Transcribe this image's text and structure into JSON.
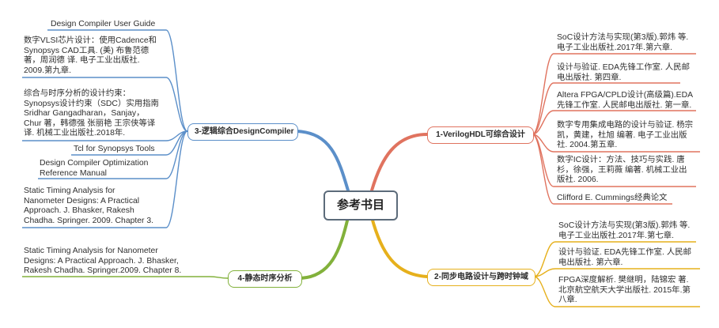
{
  "center": {
    "label": "参考书目"
  },
  "colors": {
    "blue": "#5b8fc9",
    "red": "#e0735f",
    "yellow": "#e6b01c",
    "green": "#82b13b"
  },
  "branches": {
    "verilog": {
      "label": "1-VerilogHDL可综合设计",
      "items": [
        "SoC设计方法与实现(第3版).郭炜 等.\n电子工业出版社.2017年.第六章.",
        "设计与验证. EDA先锋工作室. 人民邮\n电出版社. 第四章.",
        "Altera FPGA/CPLD设计(高级篇).EDA\n先锋工作室. 人民邮电出版社. 第一章.",
        "数字专用集成电路的设计与验证. 杨宗\n凯，黄建，杜旭 编著. 电子工业出版\n社. 2004.第五章.",
        "数字IC设计：方法、技巧与实践. 唐\n杉，徐强，王莉薇 编著. 机械工业出\n版社. 2006.",
        "Clifford E. Cummings经典论文"
      ]
    },
    "sync": {
      "label": "2-同步电路设计与跨时钟域",
      "items": [
        "SoC设计方法与实现(第3版).郭炜 等.\n电子工业出版社.2017年.第七章.",
        "设计与验证. EDA先锋工作室. 人民邮\n电出版社. 第六章.",
        "FPGA深度解析. 樊继明，陆锦宏 著.\n北京航空航天大学出版社. 2015年.第\n八章."
      ]
    },
    "logic": {
      "label": "3-逻辑综合DesignCompiler",
      "items": [
        "Design Compiler User Guide",
        "数字VLSI芯片设计：使用Cadence和\nSynopsys CAD工具. (美) 布鲁范德\n著，周润德 译. 电子工业出版社.\n2009.第九章.",
        "综合与时序分析的设计约束：\nSynopsys设计约束（SDC）实用指南\nSridhar Gangadharan，Sanjay，\nChur 著，韩德强 张丽艳 王宗侠等译\n译. 机械工业出版社.2018年.",
        "Tcl for Synopsys Tools",
        "Design Compiler Optimization\nReference Manual",
        "Static Timing Analysis for\nNanometer Designs: A Practical\nApproach. J. Bhasker, Rakesh\nChadha. Springer. 2009. Chapter 3."
      ]
    },
    "sta": {
      "label": "4-静态时序分析",
      "items": [
        "Static Timing Analysis for Nanometer\nDesigns: A Practical Approach. J. Bhasker,\nRakesh Chadha. Springer.2009. Chapter 8."
      ]
    }
  }
}
